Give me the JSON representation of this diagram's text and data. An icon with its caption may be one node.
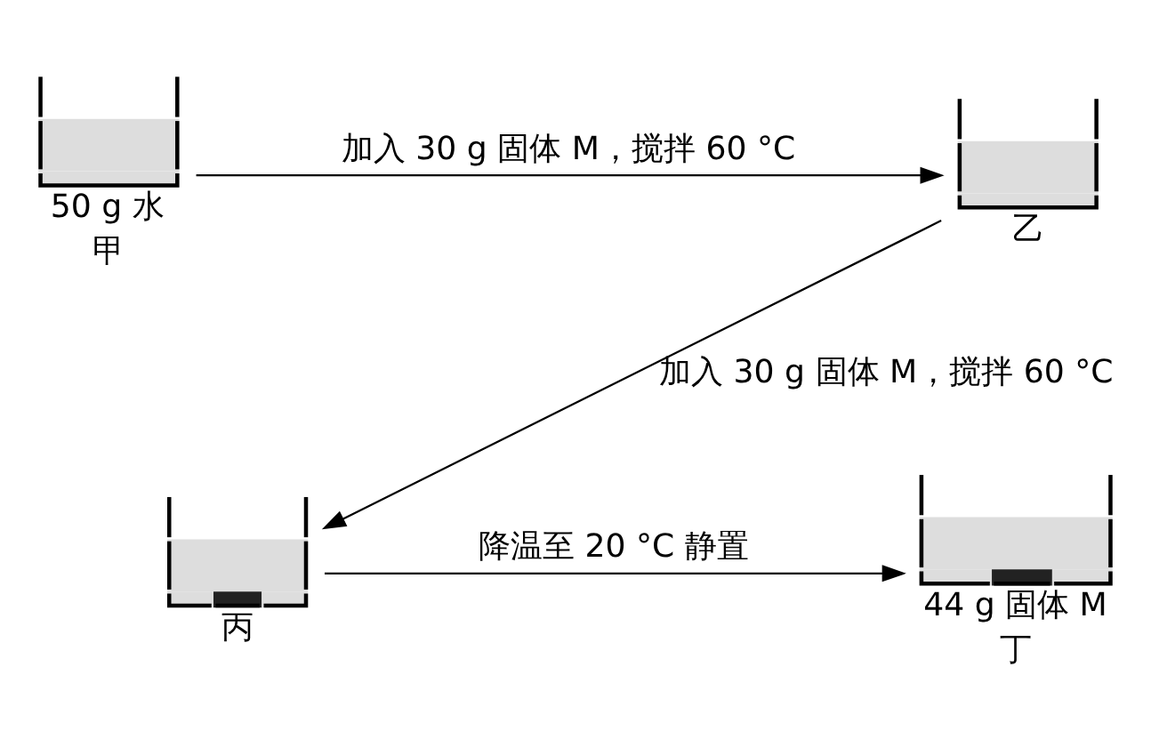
{
  "diagram": {
    "nodes": [
      {
        "text": [
          "50 g 水",
          "甲"
        ]
      },
      {
        "text": [
          "乙"
        ]
      },
      {
        "text": [
          "丙"
        ]
      },
      {
        "text": [
          "44 g 固体 M",
          "丁"
        ]
      }
    ],
    "edges": [
      {
        "from": 0,
        "to": 1,
        "arrow": "to",
        "label": "加入 30 g 固体 M，搅拌 60 °C"
      },
      {
        "from": 1,
        "to": 2,
        "arrow": "to",
        "label": "加入 30 g 固体 M，搅拌 60 °C"
      },
      {
        "from": 2,
        "to": 3,
        "arrow": "to",
        "label": "降温至 20 °C 静置"
      }
    ]
  }
}
